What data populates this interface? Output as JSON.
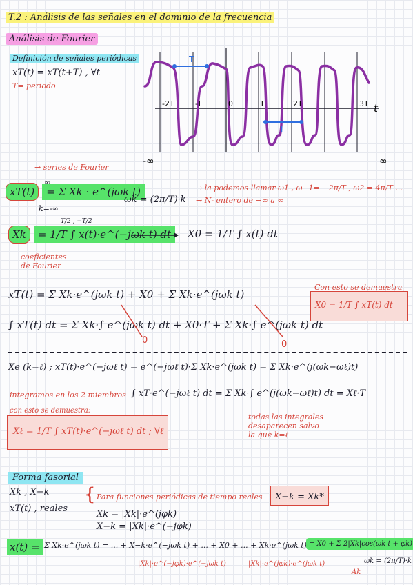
{
  "header": {
    "title": "T.2 : Análisis de las señales en el dominio de la frecuencia"
  },
  "section1": {
    "title": "Análisis de Fourier"
  },
  "subsection1": {
    "title": "Definición de señales periódicas"
  },
  "periodic": {
    "equation": "xT(t) = xT(t+T) , ∀t",
    "period_note": "T= periodo"
  },
  "graph": {
    "ticks": [
      "-2T",
      "-T",
      "0",
      "T",
      "2T",
      "3T"
    ],
    "axis_var": "t",
    "period_label_top": "T",
    "period_label_bottom": "T",
    "neg_inf": "-∞",
    "pos_inf": "∞"
  },
  "series": {
    "label": "series de Fourier",
    "lhs": "xT(t)",
    "rhs": "= Σ Xk · e^(jωk t)",
    "sum_top": "∞",
    "sum_bottom": "k=-∞",
    "omega_def": "ωk = (2π/T)·k",
    "omega_note1": "→ la podemos llamar ω1 , ω−1= −2π/T , ω2 = 4π/T ...",
    "omega_note2": "→ N- entero de −∞ a ∞"
  },
  "coef": {
    "lhs": "Xk",
    "rhs": "= 1/T ∫ x(t)·e^(−jωk t) dt",
    "label": "coeficientes de Fourier",
    "x0": "X0 = 1/T ∫ x(t) dt",
    "limits": "T/2 , −T/2"
  },
  "expansion": {
    "line1": "xT(t) = Σ Xk·e^(jωk t) + X0 + Σ Xk·e^(jωk t)",
    "line2": "∫ xT(t) dt = Σ Xk·∫ e^(jωk t) dt + X0·T + Σ Xk·∫ e^(jωk t) dt",
    "zero1": "0",
    "zero2": "0",
    "demo_label": "Con esto se demuestra",
    "demo_formula": "X0 = 1/T ∫ xT(t) dt"
  },
  "xe": {
    "line": "Xe (k=ℓ) ; xT(t)·e^(−jωℓ t) = e^(−jωℓ t)·Σ Xk·e^(jωk t) = Σ Xk·e^(j(ωk−ωℓ)t)",
    "integrate_label": "integramos en los 2 miembros",
    "integral": "∫ xT·e^(−jωℓ t) dt = Σ Xk·∫ e^(j(ωk−ωℓ)t) dt = Xℓ·T",
    "demo_label": "con esto se demuestra:",
    "demo_formula": "Xℓ = 1/T ∫ xT(t)·e^(−jωℓ t) dt ; ∀ℓ",
    "note": "todas las integrales desaparecen salvo la que k=ℓ"
  },
  "section2": {
    "title": "Forma fasorial"
  },
  "fasorial": {
    "xk_pair": "Xk , X−k",
    "xt_real": "xT(t) , reales",
    "note": "Para funciones periódicas de tiempo reales",
    "conj": "X−k = Xk*",
    "mag1": "Xk = |Xk|·e^(jφk)",
    "mag2": "X−k = |Xk|·e^(−jφk)",
    "sum_line": "Σ Xk·e^(jωk t) = ... + X−k·e^(−jωk t) + ... + X0 + ... + Xk·e^(jωk t) + ...",
    "lhs": "x(t) =",
    "result": "= X0 + Σ 2|Xk|cos(ωk t + φk)",
    "phasor1": "|Xk|·e^(−jφk)·e^(−jωk t)",
    "phasor2": "|Xk|·e^(jφk)·e^(jωk t)",
    "omega": "ωk = (2π/T)·k",
    "ak": "Ak"
  },
  "colors": {
    "ink": "#1d1d2b",
    "red": "#d6453b",
    "purple": "#8b2fa3",
    "blue": "#2f6fe0",
    "green": "#57e36a",
    "pink": "#f6a0e3",
    "yellow": "#fbf27a",
    "cyan": "#8fe6f2"
  }
}
